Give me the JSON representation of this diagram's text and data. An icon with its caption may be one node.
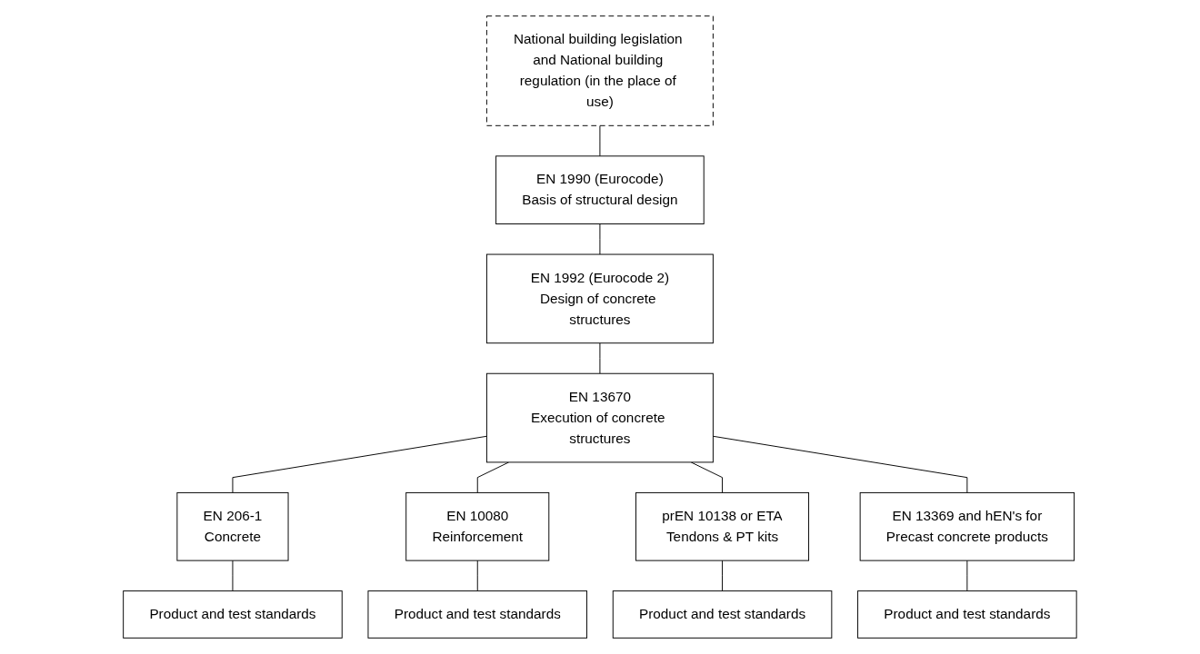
{
  "diagram": {
    "nodes": [
      {
        "text": [
          "National building legislation and National building regulation (in the place of use)"
        ]
      },
      {
        "text": [
          "EN 1990 (Eurocode)",
          "Basis of structural design"
        ]
      },
      {
        "text": [
          "EN 1992 (Eurocode 2)",
          "Design of concrete structures"
        ]
      },
      {
        "text": [
          "EN 13670",
          "Execution of concrete structures"
        ]
      },
      {
        "text": [
          "EN 206-1",
          "Concrete"
        ]
      },
      {
        "text": [
          "EN 10080",
          "Reinforcement"
        ]
      },
      {
        "text": [
          "prEN 10138 or ETA",
          "Tendons & PT kits"
        ]
      },
      {
        "text": [
          "EN 13369 and hEN's for",
          "Precast concrete products"
        ]
      },
      {
        "text": [
          "Product and test standards"
        ]
      },
      {
        "text": [
          "Product and test standards"
        ]
      },
      {
        "text": [
          "Product and test standards"
        ]
      },
      {
        "text": [
          "Product and test standards"
        ]
      }
    ],
    "edges": [
      {
        "from": 0,
        "to": 1,
        "arrow": "none"
      },
      {
        "from": 1,
        "to": 2,
        "arrow": "none"
      },
      {
        "from": 2,
        "to": 3,
        "arrow": "none"
      },
      {
        "from": 3,
        "to": 4,
        "arrow": "none"
      },
      {
        "from": 3,
        "to": 5,
        "arrow": "none"
      },
      {
        "from": 3,
        "to": 6,
        "arrow": "none"
      },
      {
        "from": 3,
        "to": 7,
        "arrow": "none"
      },
      {
        "from": 4,
        "to": 8,
        "arrow": "none"
      },
      {
        "from": 5,
        "to": 9,
        "arrow": "none"
      },
      {
        "from": 6,
        "to": 10,
        "arrow": "none"
      },
      {
        "from": 7,
        "to": 11,
        "arrow": "none"
      }
    ]
  }
}
